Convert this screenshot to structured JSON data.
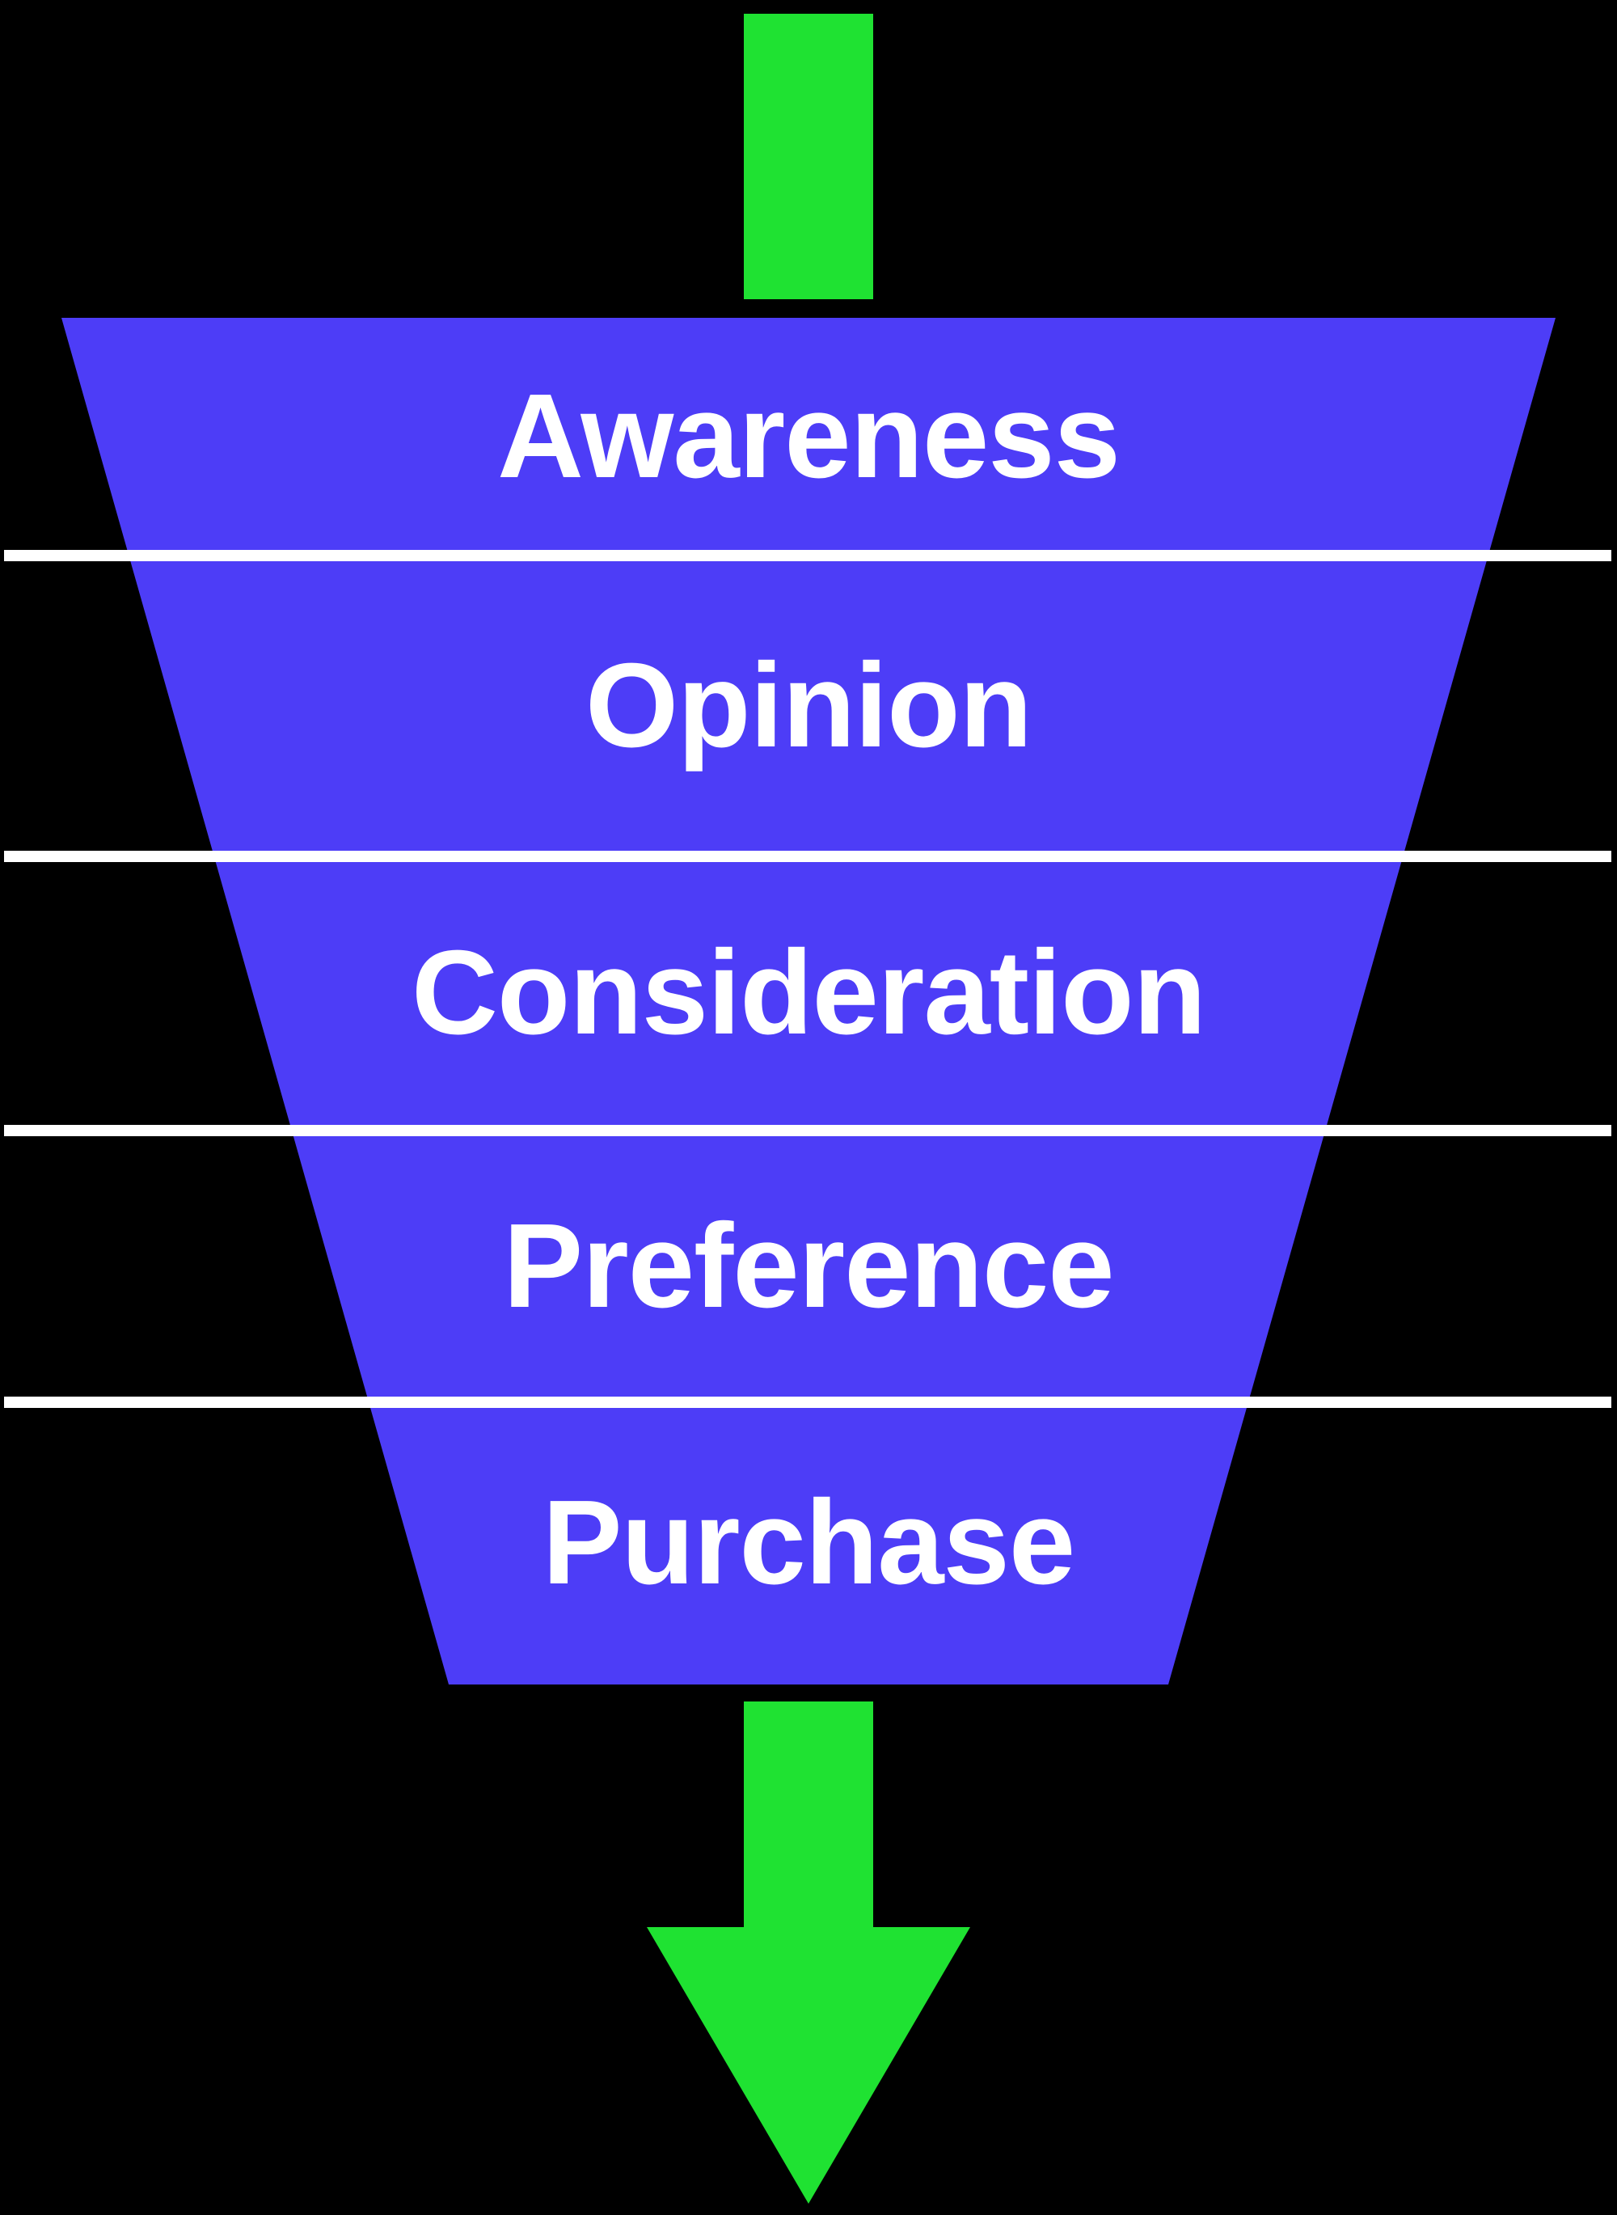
{
  "diagram": {
    "type": "purchase-funnel",
    "colors": {
      "background": "#000000",
      "funnel": "#4D3DF7",
      "arrow": "#1FE232",
      "divider": "#FFFFFF",
      "label": "#FFFFFF"
    },
    "stages": [
      {
        "label": "Awareness"
      },
      {
        "label": "Opinion"
      },
      {
        "label": "Consideration"
      },
      {
        "label": "Preference"
      },
      {
        "label": "Purchase"
      }
    ]
  }
}
